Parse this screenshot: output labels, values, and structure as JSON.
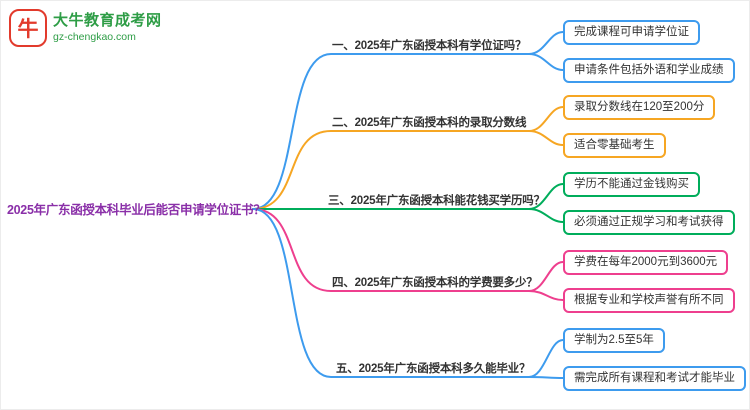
{
  "logo": {
    "icon_label": "牛",
    "site_name": "大牛教育成考网",
    "site_url": "gz-chengkao.com",
    "green": "#2e9d46",
    "red": "#e23a2c"
  },
  "root": {
    "label": "2025年广东函授本科毕业后能否申请学位证书？",
    "color": "#8a2fa8"
  },
  "branches": [
    {
      "label": "一、2025年广东函授本科有学位证吗？",
      "color": "#3d9bee",
      "children": [
        "完成课程可申请学位证",
        "申请条件包括外语和学业成绩"
      ]
    },
    {
      "label": "二、2025年广东函授本科的录取分数线",
      "color": "#f6a623",
      "children": [
        "录取分数线在120至200分",
        "适合零基础考生"
      ]
    },
    {
      "label": "三、2025年广东函授本科能花钱买学历吗？",
      "color": "#00ad5b",
      "children": [
        "学历不能通过金钱购买",
        "必须通过正规学习和考试获得"
      ]
    },
    {
      "label": "四、2025年广东函授本科的学费要多少？",
      "color": "#ee3f8e",
      "children": [
        "学费在每年2000元到3600元",
        "根据专业和学校声誉有所不同"
      ]
    },
    {
      "label": "五、2025年广东函授本科多久能毕业？",
      "color": "#3d9bee",
      "children": [
        "学制为2.5至5年",
        "需完成所有课程和考试才能毕业"
      ]
    }
  ]
}
